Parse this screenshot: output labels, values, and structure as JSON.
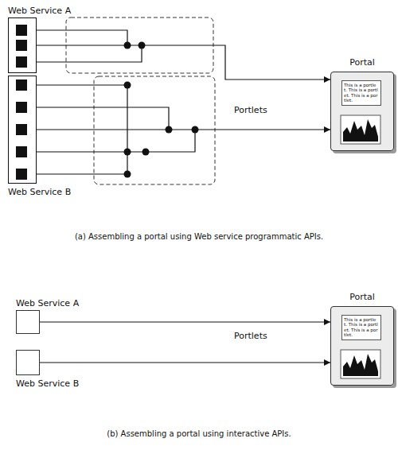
{
  "diagram": {
    "nodes": [
      {
        "text": [
          "Web Service A"
        ]
      },
      {
        "text": [
          "Portal"
        ]
      },
      {
        "text": [
          "This is a portlet. This is a portlet. This is a portlet."
        ],
        "in": 1
      },
      {
        "text": [
          "Web Service B"
        ]
      },
      {
        "text": [
          "Web Service A"
        ]
      },
      {
        "text": [
          "Portal"
        ]
      },
      {
        "text": [
          "This is a portlet. This is a portlet. This is a portlet."
        ],
        "in": 5
      },
      {
        "text": [
          "Web Service B"
        ]
      }
    ],
    "edges": [
      {
        "from": 0,
        "to": 1,
        "arrow": "to"
      },
      {
        "from": 3,
        "to": 1,
        "label": "Portlets",
        "arrow": "to"
      },
      {
        "from": 4,
        "to": 5,
        "arrow": "to"
      },
      {
        "from": 7,
        "to": 5,
        "label": "Portlets",
        "arrow": "to"
      }
    ],
    "labels": [
      "(a) Assembling a portal using Web service programmatic APIs.",
      "(b) Assembling a portal using interactive APIs."
    ]
  }
}
